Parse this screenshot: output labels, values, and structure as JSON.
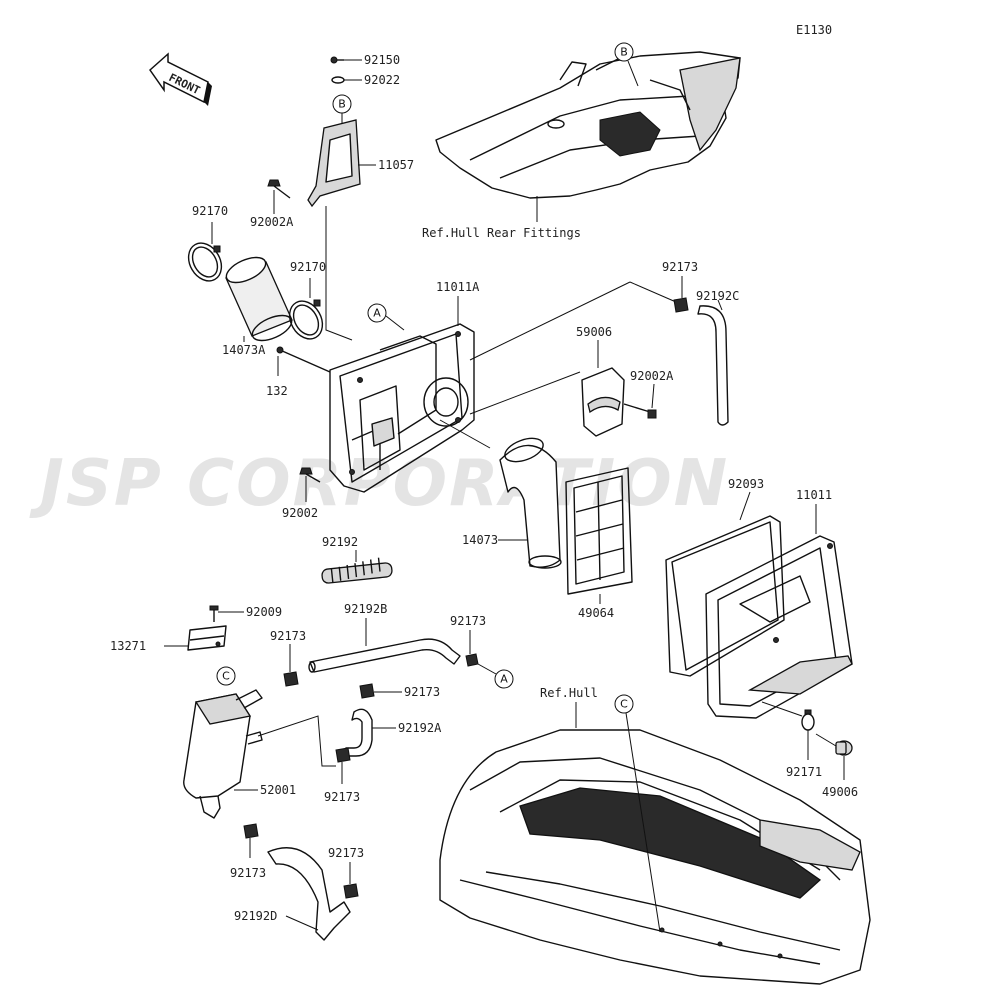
{
  "diagram_code": "E1130",
  "watermark": "JSP CORPORATION",
  "front_arrow_label": "FRONT",
  "part_labels": {
    "p92150": "92150",
    "p92022": "92022",
    "p11057": "11057",
    "p92002A_top": "92002A",
    "p92170_left": "92170",
    "p92170_right": "92170",
    "p14073A": "14073A",
    "p132": "132",
    "p11011A": "11011A",
    "p92002": "92002",
    "p92173_top": "92173",
    "p92192C": "92192C",
    "p59006": "59006",
    "p92002A_right": "92002A",
    "p14073": "14073",
    "p49064": "49064",
    "p92093": "92093",
    "p11011": "11011",
    "p92192": "92192",
    "p92009": "92009",
    "p13271": "13271",
    "p92173_a": "92173",
    "p92192B": "92192B",
    "p92173_b": "92173",
    "p92173_c": "92173",
    "p92192A": "92192A",
    "p92173_d": "92173",
    "p52001": "52001",
    "p92173_e": "92173",
    "p92173_f": "92173",
    "p92192D": "92192D",
    "p92171": "92171",
    "p49006": "49006"
  },
  "reference_labels": {
    "hull_rear_fittings": "Ref.Hull Rear Fittings",
    "hull": "Ref.Hull"
  },
  "callouts": {
    "a": "A",
    "b": "B",
    "c": "C"
  }
}
